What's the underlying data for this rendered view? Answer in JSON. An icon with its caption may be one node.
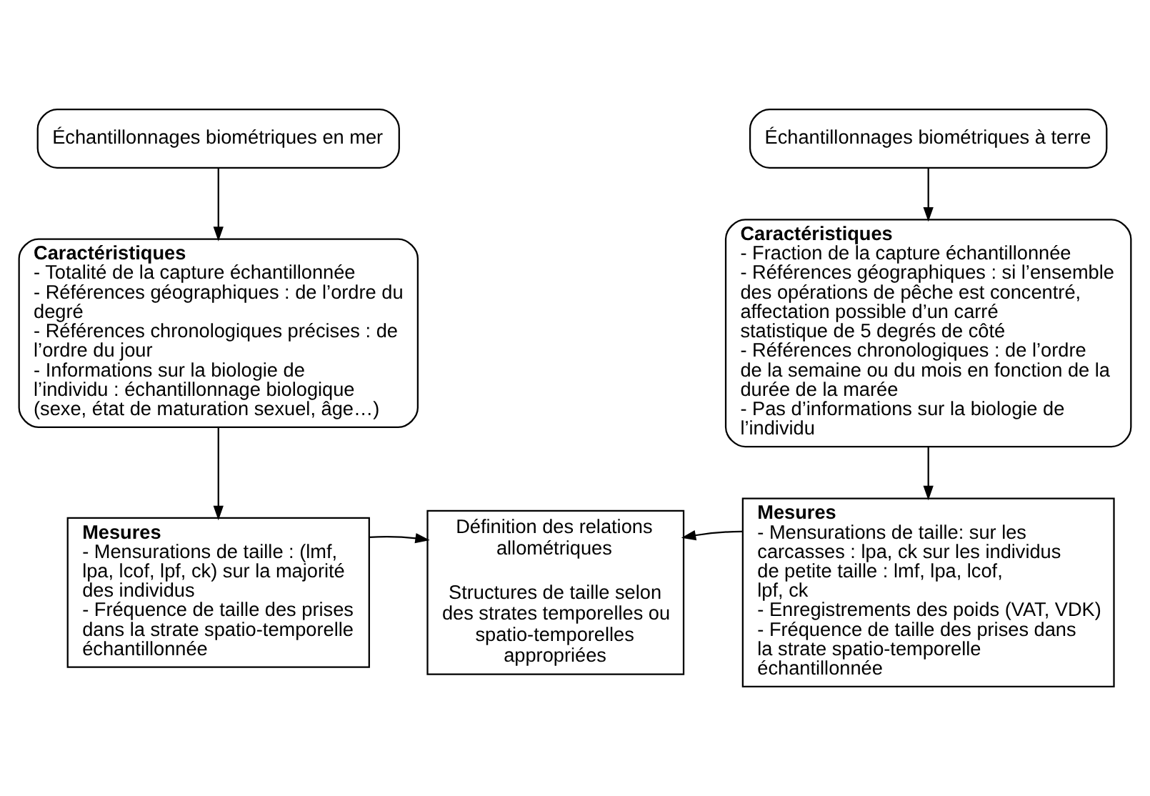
{
  "diagram": {
    "nodes": [
      {
        "text": [
          "Échantillonnages biométriques en mer"
        ]
      },
      {
        "text": [
          "Échantillonnages biométriques à terre"
        ]
      },
      {
        "text": [
          "Caractéristiques",
          "- Totalité de la capture échantillonnée",
          "- Références géographiques : de l’ordre du degré",
          "- Références chronologiques précises : de l’ordre du jour",
          "- Informations sur la biologie de l’individu : échantillonnage biologique (sexe, état de maturation sexuel, âge…)"
        ]
      },
      {
        "text": [
          "Caractéristiques",
          "- Fraction de la capture échantillonnée",
          "- Références géographiques : si l’ensemble des opérations de pêche est concentré, affectation possible d’un carré statistique de 5 degrés de côté",
          "- Références chronologiques : de l’ordre de la semaine ou du mois en fonction de la durée de la marée",
          "- Pas d’informations sur la biologie de l’individu"
        ]
      },
      {
        "text": [
          "Mesures",
          "- Mensurations de taille : (lmf, lpa, lcof, lpf, ck) sur la majorité des individus",
          "- Fréquence de taille des prises dans la strate spatio-temporelle échantillonnée"
        ]
      },
      {
        "text": [
          "Définition des relations allométriques",
          "Structures de taille selon des strates temporelles ou spatio-temporelles appropriées"
        ]
      },
      {
        "text": [
          "Mesures",
          "- Mensurations de taille: sur les carcasses : lpa, ck sur les individus de petite taille : lmf, lpa, lcof, lpf, ck",
          "- Enregistrements des poids (VAT, VDK)",
          "- Fréquence de taille des prises dans la strate spatio-temporelle échantillonnée"
        ]
      }
    ],
    "edges": [
      {
        "from": 0,
        "to": 2,
        "arrow": "to"
      },
      {
        "from": 1,
        "to": 3,
        "arrow": "to"
      },
      {
        "from": 2,
        "to": 4,
        "arrow": "to"
      },
      {
        "from": 3,
        "to": 6,
        "arrow": "to"
      },
      {
        "from": 4,
        "to": 5,
        "arrow": "to"
      },
      {
        "from": 6,
        "to": 5,
        "arrow": "to"
      }
    ]
  }
}
